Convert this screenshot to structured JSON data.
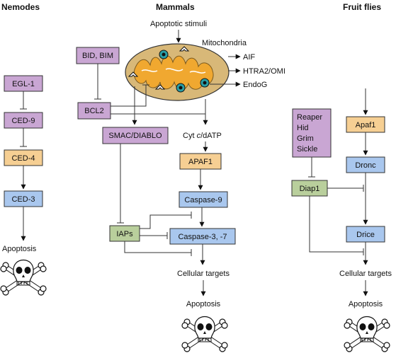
{
  "headers": {
    "nemodes": "Nemodes",
    "mammals": "Mammals",
    "flies": "Fruit flies"
  },
  "nemodes": {
    "egl1": "EGL-1",
    "ced9": "CED-9",
    "ced4": "CED-4",
    "ced3": "CED-3",
    "apoptosis": "Apoptosis"
  },
  "mammals": {
    "stimuli": "Apoptotic stimuli",
    "mito": "Mitochondria",
    "aif": "AIF",
    "htra2": "HTRA2/OMI",
    "endog": "EndoG",
    "bid": "BID, BIM",
    "bcl2": "BCL2",
    "smac": "SMAC/DIABLO",
    "cyt_a": "Cyt ",
    "cyt_c": "c",
    "cyt_b": "/dATP",
    "apaf1": "APAF1",
    "casp9": "Caspase-9",
    "iaps": "IAPs",
    "casp37": "Caspase-3, -7",
    "targets": "Cellular targets",
    "apoptosis": "Apoptosis"
  },
  "flies": {
    "rhg": [
      "Reaper",
      "Hid",
      "Grim",
      "Sickle"
    ],
    "diap1": "Diap1",
    "apaf1": "Apaf1",
    "dronc": "Dronc",
    "drice": "Drice",
    "targets": "Cellular targets",
    "apoptosis": "Apoptosis"
  },
  "colors": {
    "purple": "#c9a6d3",
    "orange": "#f6cf93",
    "blue": "#a9c7ee",
    "green": "#b9cf9c",
    "mito_fill": "#d8b878",
    "mito_inner": "#f0a830"
  },
  "icons": [
    "skull-crossbones-icon"
  ]
}
